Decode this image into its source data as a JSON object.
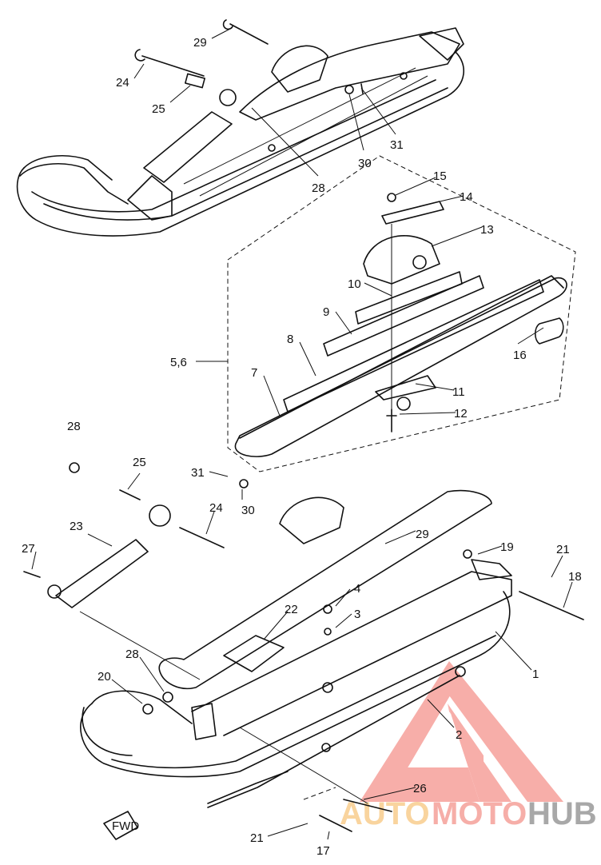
{
  "diagram": {
    "labels": [
      {
        "id": "top-29",
        "text": "29"
      },
      {
        "id": "top-24",
        "text": "24"
      },
      {
        "id": "top-25",
        "text": "25"
      },
      {
        "id": "top-28",
        "text": "28"
      },
      {
        "id": "top-30",
        "text": "30"
      },
      {
        "id": "top-31",
        "text": "31"
      },
      {
        "id": "15",
        "text": "15"
      },
      {
        "id": "14",
        "text": "14"
      },
      {
        "id": "13",
        "text": "13"
      },
      {
        "id": "10",
        "text": "10"
      },
      {
        "id": "9",
        "text": "9"
      },
      {
        "id": "8",
        "text": "8"
      },
      {
        "id": "7",
        "text": "7"
      },
      {
        "id": "5-6",
        "text": "5,6"
      },
      {
        "id": "16",
        "text": "16"
      },
      {
        "id": "11",
        "text": "11"
      },
      {
        "id": "12",
        "text": "12"
      },
      {
        "id": "bot-28a",
        "text": "28"
      },
      {
        "id": "bot-25",
        "text": "25"
      },
      {
        "id": "bot-31",
        "text": "31"
      },
      {
        "id": "bot-30",
        "text": "30"
      },
      {
        "id": "bot-24",
        "text": "24"
      },
      {
        "id": "bot-29",
        "text": "29"
      },
      {
        "id": "23",
        "text": "23"
      },
      {
        "id": "27",
        "text": "27"
      },
      {
        "id": "19",
        "text": "19"
      },
      {
        "id": "21a",
        "text": "21"
      },
      {
        "id": "18",
        "text": "18"
      },
      {
        "id": "22",
        "text": "22"
      },
      {
        "id": "4",
        "text": "4"
      },
      {
        "id": "3",
        "text": "3"
      },
      {
        "id": "bot-28b",
        "text": "28"
      },
      {
        "id": "20",
        "text": "20"
      },
      {
        "id": "1",
        "text": "1"
      },
      {
        "id": "2",
        "text": "2"
      },
      {
        "id": "26",
        "text": "26"
      },
      {
        "id": "21b",
        "text": "21"
      },
      {
        "id": "17",
        "text": "17"
      }
    ],
    "fwd_label": "FWD"
  },
  "watermark": {
    "part1": "AUTO",
    "part2": "MOTO",
    "part3": "HUB",
    "colors": {
      "auto": "#f9cd8e",
      "moto": "#f5a09a",
      "hub": "#9a9a9a",
      "triangle": "#f6a19b"
    }
  }
}
